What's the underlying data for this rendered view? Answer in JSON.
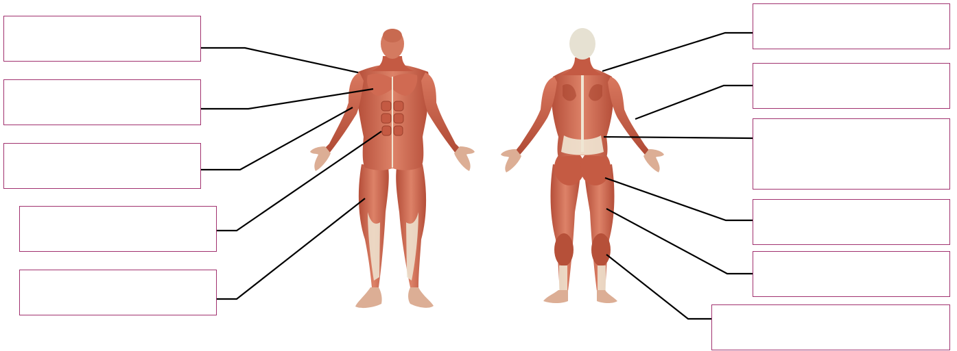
{
  "title": "",
  "colors": {
    "box_border": "#a0306e",
    "leader_line": "#000000",
    "muscle": "#c8614a",
    "muscle_dark": "#a8442f",
    "tendon": "#efe6d3",
    "skull": "#e6e1d2"
  },
  "left_labels": [
    {
      "id": "front-1",
      "text": ""
    },
    {
      "id": "front-2",
      "text": ""
    },
    {
      "id": "front-3",
      "text": ""
    },
    {
      "id": "front-4",
      "text": ""
    },
    {
      "id": "front-5",
      "text": ""
    }
  ],
  "right_labels": [
    {
      "id": "back-1",
      "text": ""
    },
    {
      "id": "back-2",
      "text": ""
    },
    {
      "id": "back-3",
      "text": ""
    },
    {
      "id": "back-4",
      "text": ""
    },
    {
      "id": "back-5",
      "text": ""
    },
    {
      "id": "back-6",
      "text": ""
    }
  ]
}
